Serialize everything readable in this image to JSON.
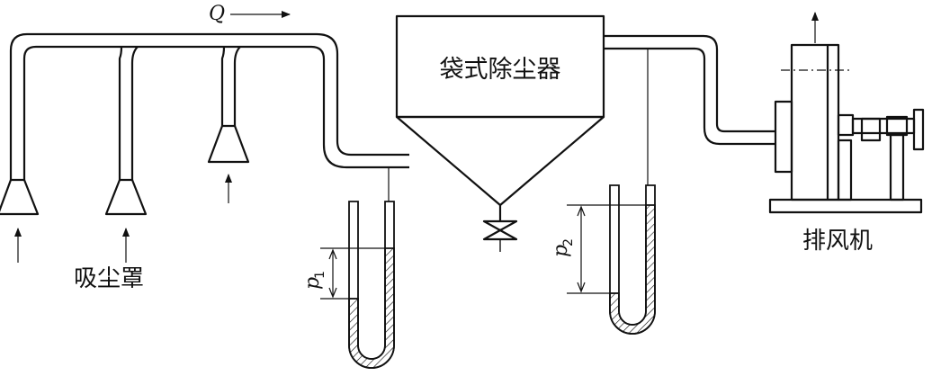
{
  "labels": {
    "flow": "Q",
    "filter": "袋式除尘器",
    "hoods": "吸尘罩",
    "fan": "排风机",
    "p1": "p",
    "p1_sub": "1",
    "p2": "p",
    "p2_sub": "2"
  },
  "colors": {
    "ink": "#111111",
    "background": "#ffffff"
  }
}
